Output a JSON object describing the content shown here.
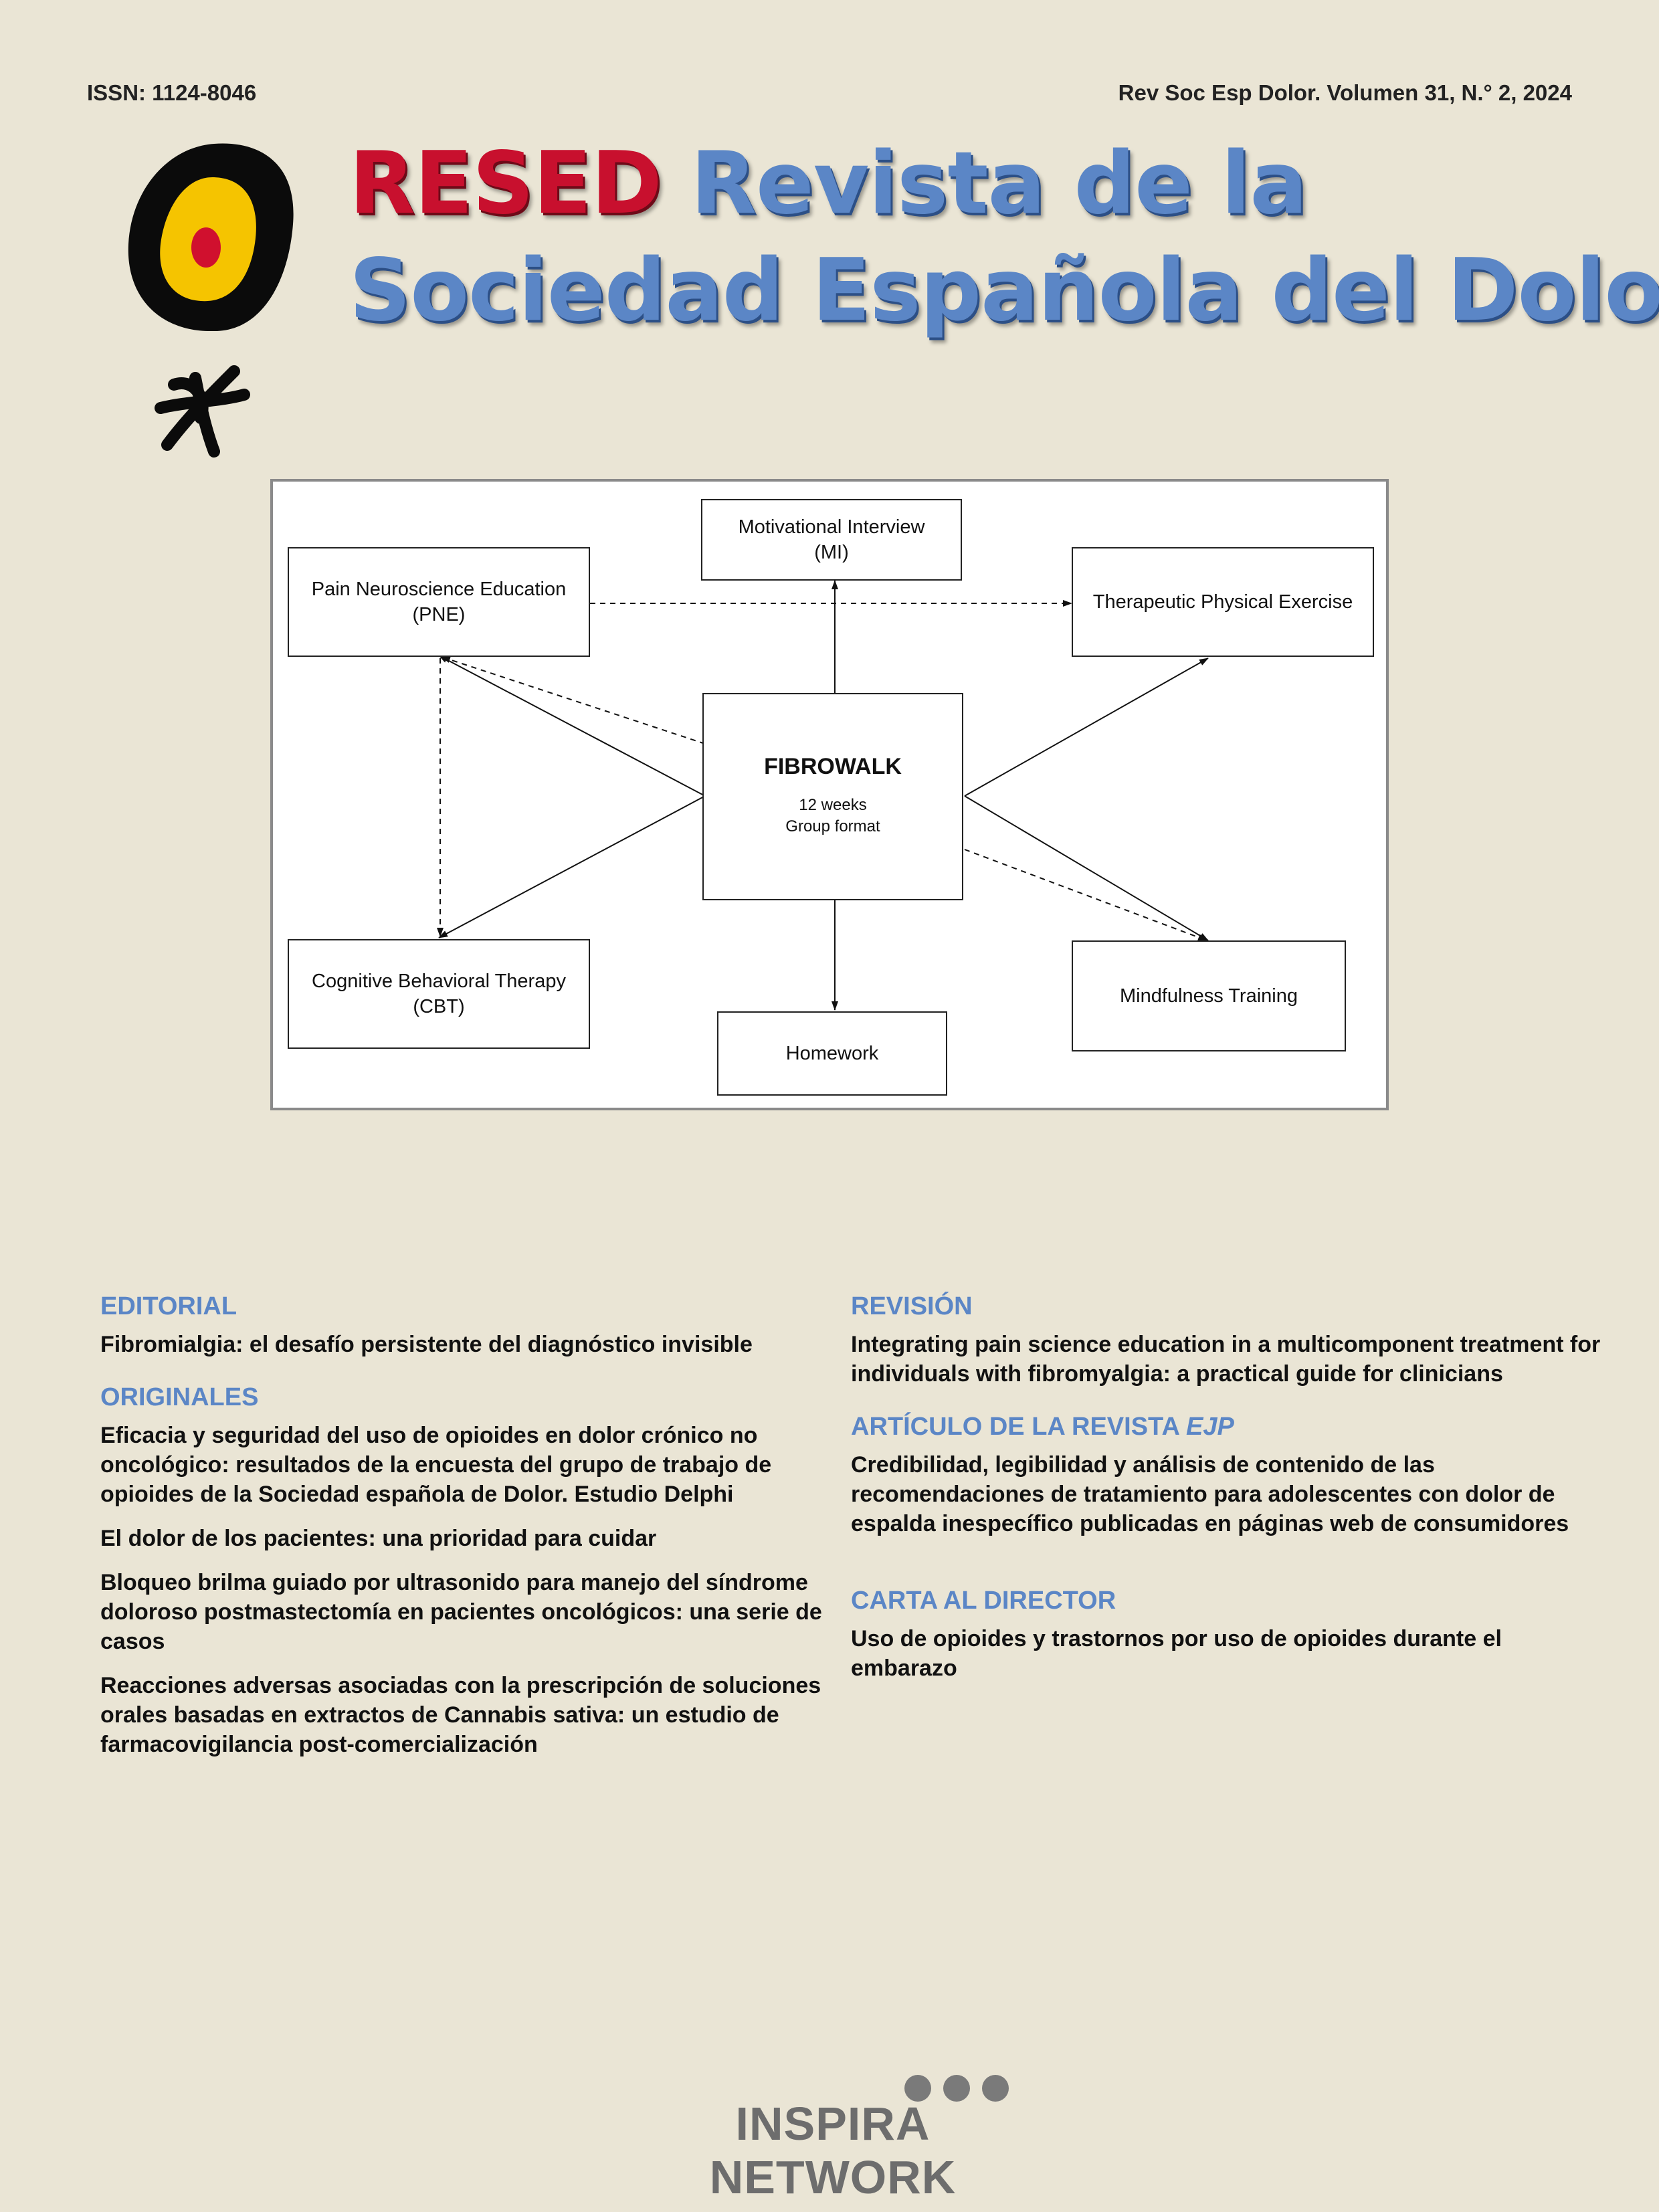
{
  "header": {
    "issn": "ISSN: 1124-8046",
    "citation": "Rev Soc Esp Dolor. Volumen 31, N.° 2, 2024"
  },
  "title": {
    "brand": "RESED",
    "line1": "Revista de la",
    "line2": "Sociedad Española del Dolor"
  },
  "colors": {
    "brand_red": "#c8102e",
    "title_blue": "#5b86c6",
    "section_blue": "#5b86c6",
    "background": "#eae5d5",
    "logo_yellow": "#f5c400"
  },
  "diagram": {
    "center_title": "FIBROWALK",
    "center_sub1": "12 weeks",
    "center_sub2": "Group format",
    "mi_line1": "Motivational Interview",
    "mi_line2": "(MI)",
    "pne_line1": "Pain Neuroscience Education",
    "pne_line2": "(PNE)",
    "tpe": "Therapeutic Physical Exercise",
    "cbt_line1": "Cognitive Behavioral Therapy",
    "cbt_line2": "(CBT)",
    "homework": "Homework",
    "mindfulness": "Mindfulness Training"
  },
  "toc": {
    "editorial": {
      "heading": "EDITORIAL",
      "items": [
        "Fibromialgia: el desafío persistente del diagnóstico invisible"
      ]
    },
    "originales": {
      "heading": "ORIGINALES",
      "items": [
        "Eficacia y seguridad del uso de opioides en dolor crónico no oncológico: resultados de la encuesta del grupo de trabajo de opioides de la Sociedad española de Dolor. Estudio Delphi",
        "El dolor de los pacientes: una prioridad para cuidar",
        "Bloqueo brilma guiado por ultrasonido para manejo del síndrome doloroso postmastectomía en pacientes oncológicos: una serie de casos",
        "Reacciones adversas asociadas con la prescripción de soluciones orales basadas en extractos de Cannabis sativa: un estudio de farmacovigilancia post-comercialización"
      ]
    },
    "revision": {
      "heading": "REVISIÓN",
      "items": [
        "Integrating pain science education in a multicomponent treatment for individuals with fibromyalgia: a practical guide for clinicians"
      ]
    },
    "articulo": {
      "heading": "ARTÍCULO DE LA REVISTA",
      "heading_em": "EJP",
      "items": [
        "Credibilidad, legibilidad y análisis de contenido de las recomendaciones de tratamiento para adolescentes con dolor de espalda inespecífico publicadas en páginas web de consumidores"
      ]
    },
    "carta": {
      "heading": "CARTA AL DIRECTOR",
      "items": [
        "Uso de opioides y trastornos por uso de opioides durante el embarazo"
      ]
    }
  },
  "footer": {
    "publisher": "INSPIRA NETWORK",
    "publisher_icon": "three-dots-icon"
  }
}
